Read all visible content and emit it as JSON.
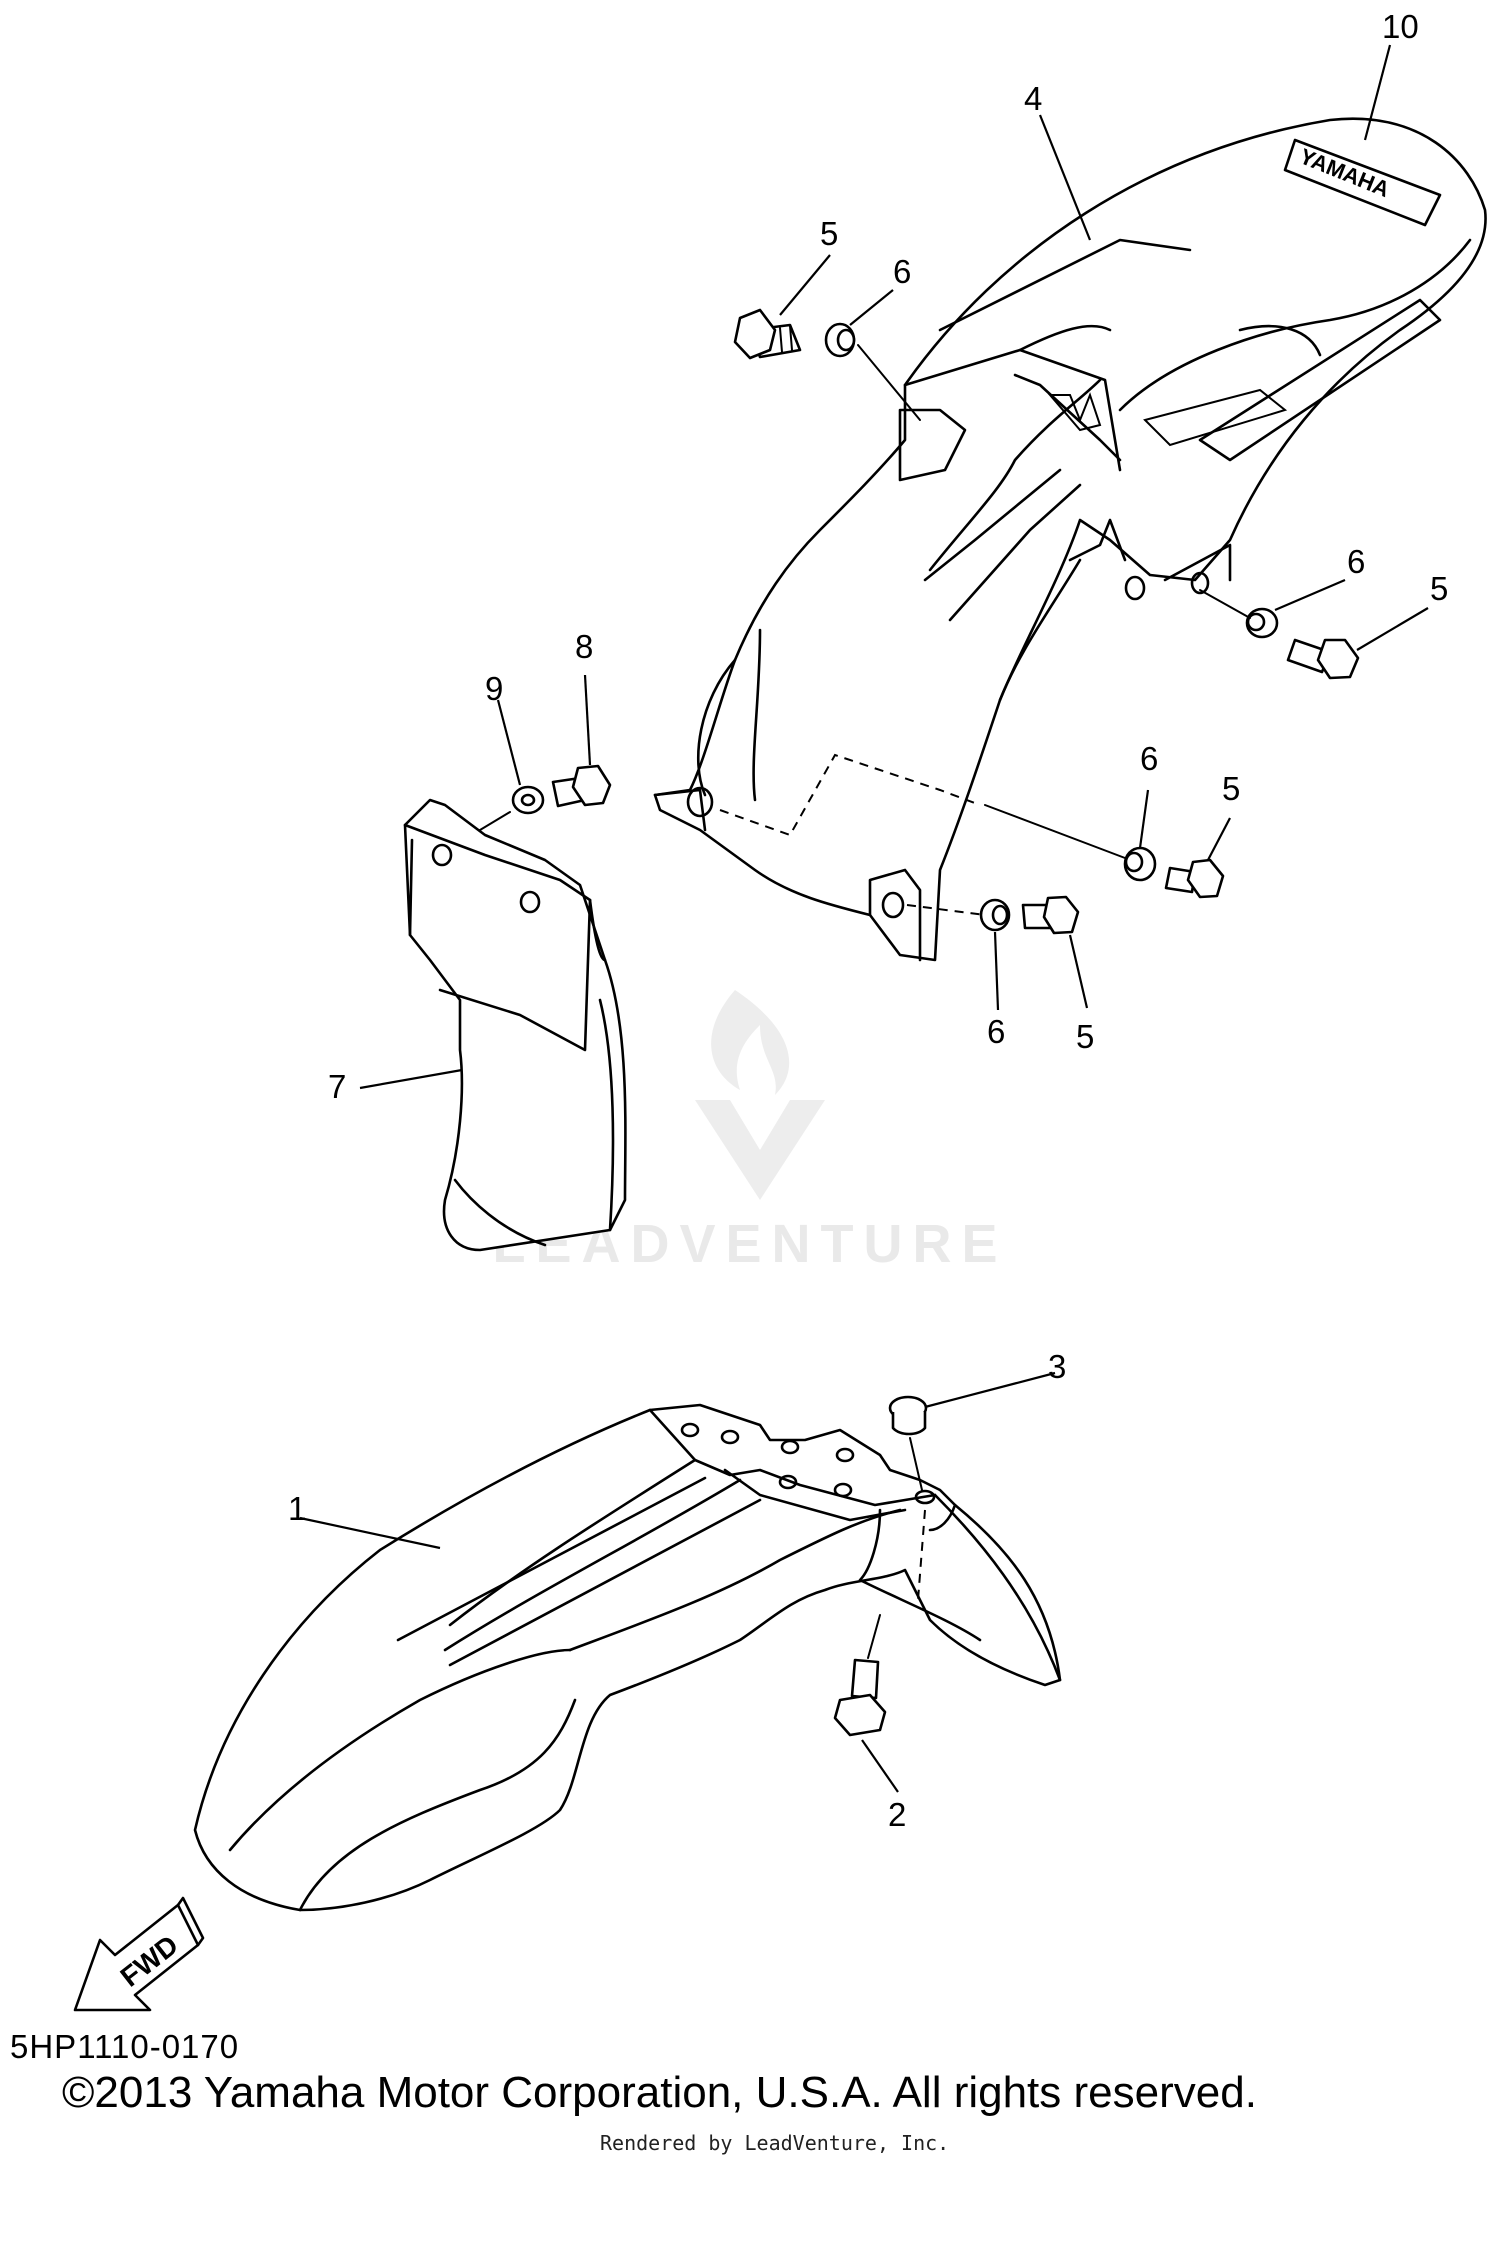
{
  "callouts": {
    "c1": "1",
    "c2": "2",
    "c3": "3",
    "c4": "4",
    "c5a": "5",
    "c5b": "5",
    "c5c": "5",
    "c5d": "5",
    "c6a": "6",
    "c6b": "6",
    "c6c": "6",
    "c6d": "6",
    "c7": "7",
    "c8": "8",
    "c9": "9",
    "c10": "10"
  },
  "fender_logo": "YAMAHA",
  "fwd_label": "FWD",
  "watermark": "LEADVENTURE",
  "diagram_code": "5HP1110-0170",
  "copyright": "©2013 Yamaha Motor Corporation, U.S.A. All rights reserved.",
  "rendered_by": "Rendered by LeadVenture, Inc.",
  "colors": {
    "line": "#000000",
    "background": "#ffffff",
    "watermark": "#e9e9e9"
  }
}
